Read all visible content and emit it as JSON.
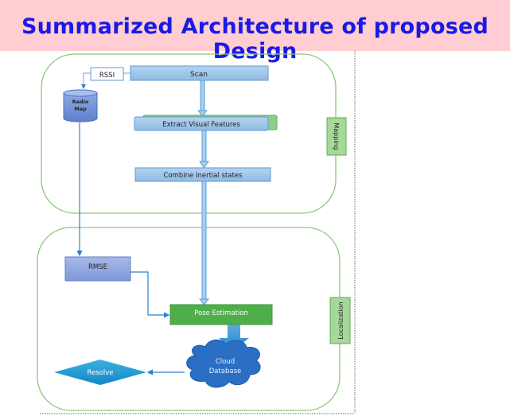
{
  "title": "Summarized Architecture of proposed Design",
  "mapping": {
    "label": "Mapping",
    "nodes": {
      "scan": "Scan",
      "rssi": "RSSI",
      "radio_map_line1": "Radio",
      "radio_map_line2": "Map",
      "extract": "Extract Visual Features",
      "combine": "Combine Inertial states"
    }
  },
  "localization": {
    "label": "Localization",
    "nodes": {
      "rmse": "RMSE",
      "pose": "Pose Estimation",
      "cloud_line1": "Cloud",
      "cloud_line2": "Database",
      "resolve": "Resolve"
    }
  },
  "colors": {
    "banner": "#ffcdd2",
    "title": "#1a1ae6",
    "container_border": "#8cc97a",
    "blue_box": "#9dc3e6",
    "green_box": "#4caf50",
    "cloud": "#2b6fc4"
  }
}
